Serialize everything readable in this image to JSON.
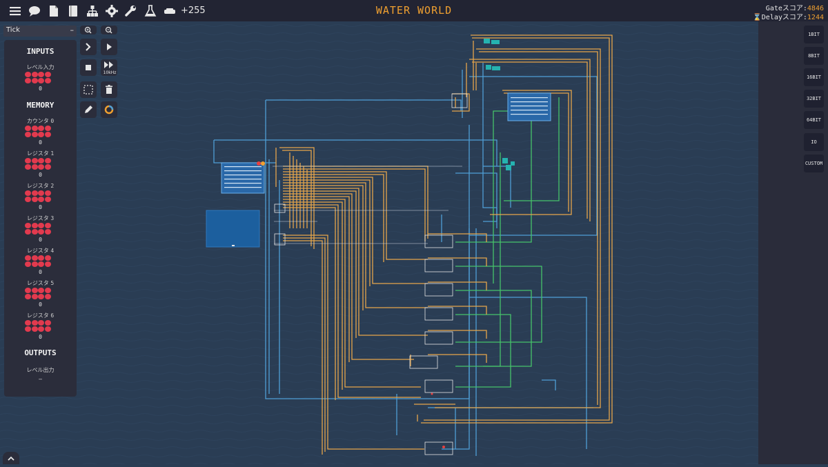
{
  "toolbar": {
    "icons": [
      "menu-icon",
      "chat-icon",
      "document-icon",
      "book-icon",
      "hierarchy-icon",
      "gear-icon",
      "wrench-icon",
      "flask-icon",
      "component-icon"
    ],
    "budget": "+255"
  },
  "title": "WATER WORLD",
  "scores": {
    "gate_label": "Gateスコア:",
    "gate_value": "4846",
    "delay_label": "Delayスコア:",
    "delay_value": "1244"
  },
  "tick_select": {
    "value": "Tick"
  },
  "panel": {
    "inputs_header": "INPUTS",
    "input_label": "レベル入力",
    "input_value": "0",
    "memory_header": "MEMORY",
    "memory": [
      {
        "label": "カウンタ",
        "index": "0",
        "value": "0"
      },
      {
        "label": "レジスタ",
        "index": "1",
        "value": "0"
      },
      {
        "label": "レジスタ",
        "index": "2",
        "value": "0"
      },
      {
        "label": "レジスタ",
        "index": "3",
        "value": "0"
      },
      {
        "label": "レジスタ",
        "index": "4",
        "value": "0"
      },
      {
        "label": "レジスタ",
        "index": "5",
        "value": "0"
      },
      {
        "label": "レジスタ",
        "index": "6",
        "value": "0"
      }
    ],
    "outputs_header": "OUTPUTS",
    "output_label": "レベル出力",
    "output_value": "–"
  },
  "tools": {
    "speed_label": "10kHz"
  },
  "right_panel": [
    "1BIT",
    "8BIT",
    "16BIT",
    "32BIT",
    "64BIT",
    "IO",
    "CUSTOM"
  ],
  "colors": {
    "accent": "#f0a030",
    "wire_orange": "#e6a64a",
    "wire_blue": "#4f9fd6",
    "wire_green": "#46c46a",
    "memory_blob": "#e23a4e"
  }
}
